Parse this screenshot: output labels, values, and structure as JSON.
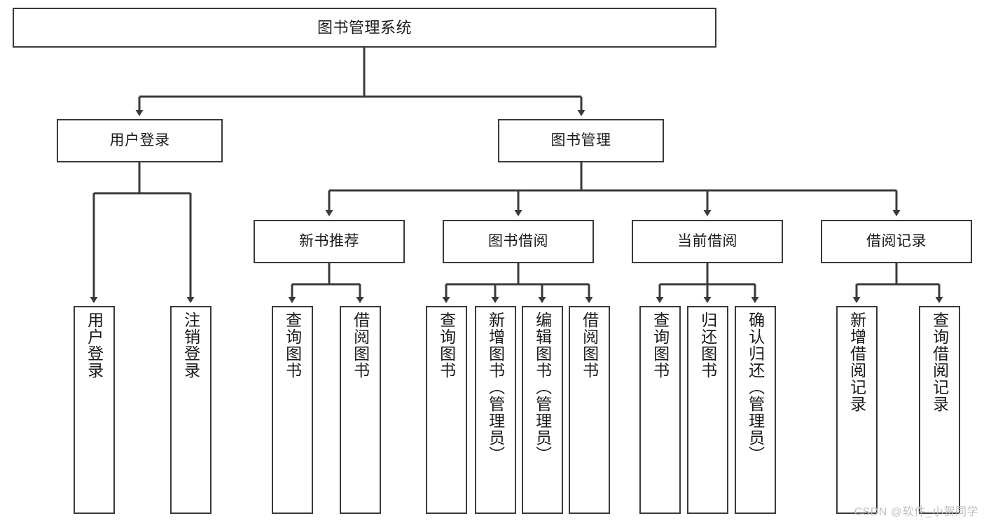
{
  "diagram": {
    "title": "图书管理系统",
    "watermark": "CSDN @软件_小贺同学",
    "colors": {
      "box_border": "#3a3a3a",
      "box_fill": "#ffffff",
      "edge": "#3a3a3a",
      "text": "#1a1a1a",
      "watermark": "#bfbfbf",
      "background": "#ffffff"
    },
    "root": {
      "label": "图书管理系统"
    },
    "level2": [
      {
        "id": "user-login",
        "label": "用户登录"
      },
      {
        "id": "book-management",
        "label": "图书管理"
      }
    ],
    "level3": [
      {
        "id": "new-book-recommend",
        "label": "新书推荐",
        "parent": "book-management"
      },
      {
        "id": "book-borrow",
        "label": "图书借阅",
        "parent": "book-management"
      },
      {
        "id": "current-borrow",
        "label": "当前借阅",
        "parent": "book-management"
      },
      {
        "id": "borrow-record",
        "label": "借阅记录",
        "parent": "book-management"
      }
    ],
    "leaves": [
      {
        "id": "leaf-user-login",
        "label": "用户登录",
        "parent": "user-login"
      },
      {
        "id": "leaf-user-logout",
        "label": "注销登录",
        "parent": "user-login"
      },
      {
        "id": "leaf-query-book-1",
        "label": "查询图书",
        "parent": "new-book-recommend"
      },
      {
        "id": "leaf-borrow-book-1",
        "label": "借阅图书",
        "parent": "new-book-recommend"
      },
      {
        "id": "leaf-query-book-2",
        "label": "查询图书",
        "parent": "book-borrow"
      },
      {
        "id": "leaf-add-book",
        "label": "新增图书（管理员）",
        "parent": "book-borrow"
      },
      {
        "id": "leaf-edit-book",
        "label": "编辑图书（管理员）",
        "parent": "book-borrow"
      },
      {
        "id": "leaf-borrow-book-2",
        "label": "借阅图书",
        "parent": "book-borrow"
      },
      {
        "id": "leaf-query-book-3",
        "label": "查询图书",
        "parent": "current-borrow"
      },
      {
        "id": "leaf-return-book",
        "label": "归还图书",
        "parent": "current-borrow"
      },
      {
        "id": "leaf-confirm-return",
        "label": "确认归还（管理员）",
        "parent": "current-borrow"
      },
      {
        "id": "leaf-add-record",
        "label": "新增借阅记录",
        "parent": "borrow-record"
      },
      {
        "id": "leaf-query-record",
        "label": "查询借阅记录",
        "parent": "borrow-record"
      }
    ]
  }
}
